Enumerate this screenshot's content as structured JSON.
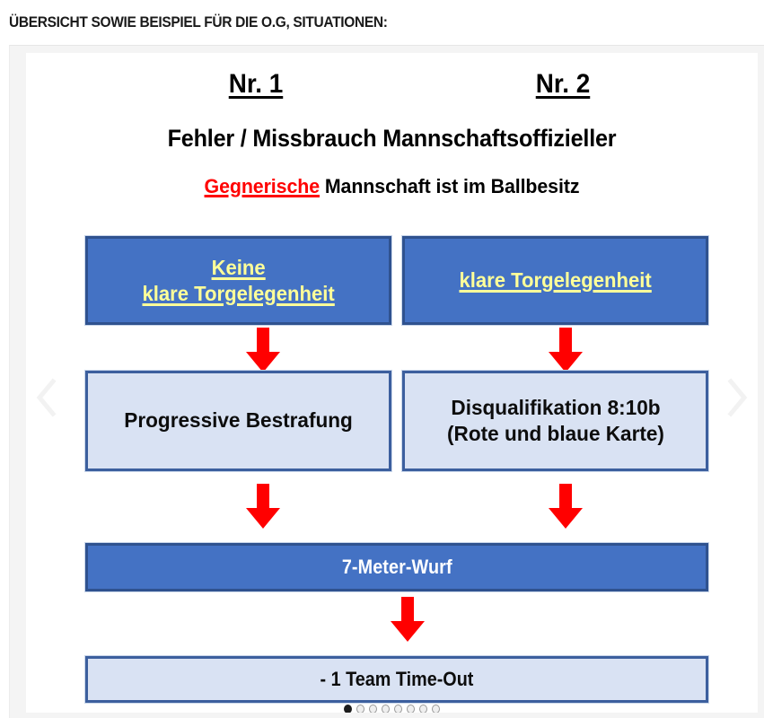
{
  "page": {
    "heading": "ÜBERSICHT SOWIE BEISPIEL FÜR DIE O.G, SITUATIONEN:"
  },
  "colors": {
    "solid_box_fill": "#4472C4",
    "solid_box_border": "#2F528F",
    "light_box_fill": "#D9E2F3",
    "light_box_border": "#3C5F9E",
    "yellow_text": "#FFFF99",
    "accent_red": "#FF0000",
    "arrow_red": "#FF0000",
    "shell_background": "#F4F4F4"
  },
  "slide": {
    "columns": [
      {
        "number_label": "Nr. 1"
      },
      {
        "number_label": "Nr. 2"
      }
    ],
    "headline": "Fehler / Missbrauch Mannschaftsoffizieller",
    "subheadline": {
      "accent": "Gegnerische",
      "rest": " Mannschaft ist im Ballbesitz"
    },
    "boxes": {
      "keine_torgelegenheit": {
        "line1": "Keine",
        "line2": "klare Torgelegenheit"
      },
      "klare_torgelegenheit": {
        "line1": "klare Torgelegenheit"
      },
      "progressive": {
        "line1": "Progressive Bestrafung"
      },
      "disqualifikation": {
        "line1": "Disqualifikation 8:10b",
        "line2": "(Rote und blaue Karte)"
      },
      "siebenmeter": {
        "line1": "7-Meter-Wurf"
      },
      "timeout": {
        "line1": "- 1 Team Time-Out"
      }
    }
  },
  "carousel": {
    "prev_icon": "chevron-left-icon",
    "next_icon": "chevron-right-icon",
    "total_slides": 8,
    "active_slide": 1
  }
}
